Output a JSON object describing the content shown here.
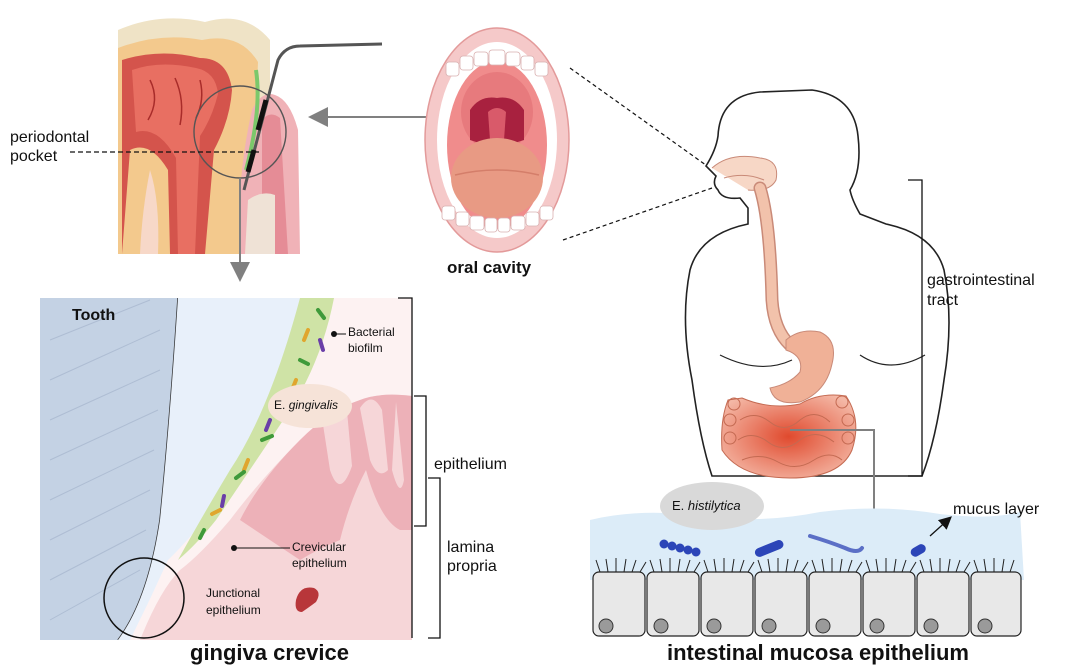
{
  "labels": {
    "periodontal_pocket_line1": "periodontal",
    "periodontal_pocket_line2": "pocket",
    "oral_cavity": "oral cavity",
    "gastrointestinal_line1": "gastrointestinal",
    "gastrointestinal_line2": "tract",
    "tooth": "Tooth",
    "bacterial_biofilm_line1": "Bacterial",
    "bacterial_biofilm_line2": "biofilm",
    "e_gingivalis_prefix": "E.",
    "e_gingivalis_species": "gingivalis",
    "epithelium": "epithelium",
    "lamina_propria_line1": "lamina",
    "lamina_propria_line2": "propria",
    "crevicular_line1": "Crevicular",
    "crevicular_line2": "epithelium",
    "junctional_line1": "Junctional",
    "junctional_line2": "epithelium",
    "gingiva_crevice": "gingiva crevice",
    "e_histolytica_prefix": "E.",
    "e_histolytica_species": "histilytica",
    "mucus_layer": "mucus layer",
    "intestinal_mucosa": "intestinal mucosa epithelium"
  },
  "colors": {
    "tooth_enamel": "#f3e3a8",
    "tooth_dentin": "#f0c88a",
    "pulp": "#d9605a",
    "gum": "#f2b3b8",
    "gum_dark": "#e0868f",
    "crevice_blue": "#c9d6e6",
    "biofilm_green": "#cfe3a6",
    "mouth_pink": "#f4c6c6",
    "throat": "#b0334a",
    "tongue": "#e89486",
    "esophagus": "#f0b9a0",
    "intestine": "#e1765a",
    "mucus": "#dcecf8",
    "cell_grey": "#e6e6e6",
    "bacteria_blue": "#2c45b8",
    "callout_grey": "#d9d9d9",
    "arrow_grey": "#808080"
  }
}
